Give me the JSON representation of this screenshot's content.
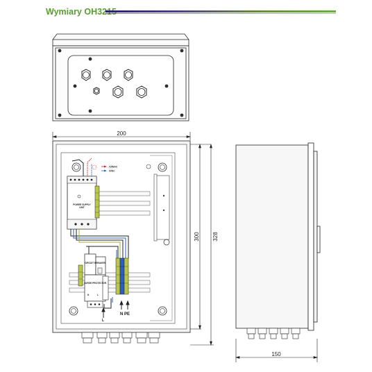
{
  "header": {
    "title": "Wymiary OH3215",
    "accent_color": "#5a9e2f",
    "rule_colors": [
      "#2e1e6e",
      "#68b23a"
    ]
  },
  "dimensions": {
    "front_width": "200",
    "front_height_inner": "300",
    "front_height_outer": "328",
    "side_depth": "150"
  },
  "labels": {
    "power_supply": "POWER SUPPLY",
    "unit": "UNIT",
    "plus_24vdc": "+24VDC",
    "minus_0vdc": "0VDC",
    "circuit_breaker": "CIRCUIT BREAKER",
    "surge_protector": "SURGE PROTECTOR",
    "n": "N",
    "l": "L",
    "n_pe": "N PE",
    "l_bottom": "L"
  }
}
